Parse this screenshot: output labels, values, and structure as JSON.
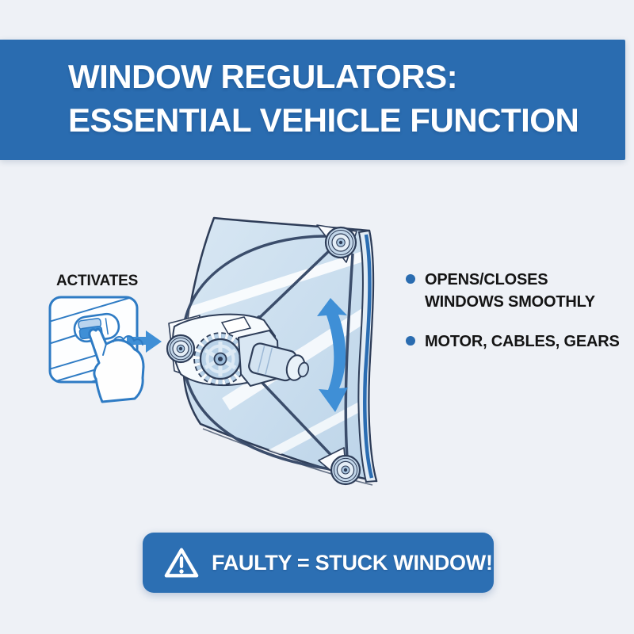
{
  "page": {
    "background": "#eef1f6"
  },
  "header": {
    "title_line1": "WINDOW REGULATORS:",
    "title_line2": "ESSENTIAL VEHICLE FUNCTION",
    "background": "#2a6cb0",
    "text_color": "#ffffff"
  },
  "activation": {
    "label": "ACTIVATES",
    "switch_icon": "window-switch-icon",
    "hand_icon": "pointing-hand-icon",
    "arrow_icon": "right-arrow-icon",
    "arrow_color": "#3f8fd6",
    "outline_color": "#2e7bc4"
  },
  "mechanism": {
    "description": "window glass with regulator motor, gear, cables and pulleys",
    "motion_arrow_icon": "up-down-arrow-icon",
    "motion_arrow_color": "#3f8fd6",
    "line_color": "#2e3d58"
  },
  "features": {
    "bullet_color": "#2a6cb0",
    "items": [
      {
        "text": "OPENS/CLOSES WINDOWS SMOOTHLY"
      },
      {
        "text": "MOTOR, CABLES, GEARS"
      }
    ]
  },
  "warning": {
    "icon": "warning-triangle-icon",
    "text": "FAULTY = STUCK WINDOW!",
    "background": "#2c6fb3",
    "text_color": "#ffffff"
  }
}
